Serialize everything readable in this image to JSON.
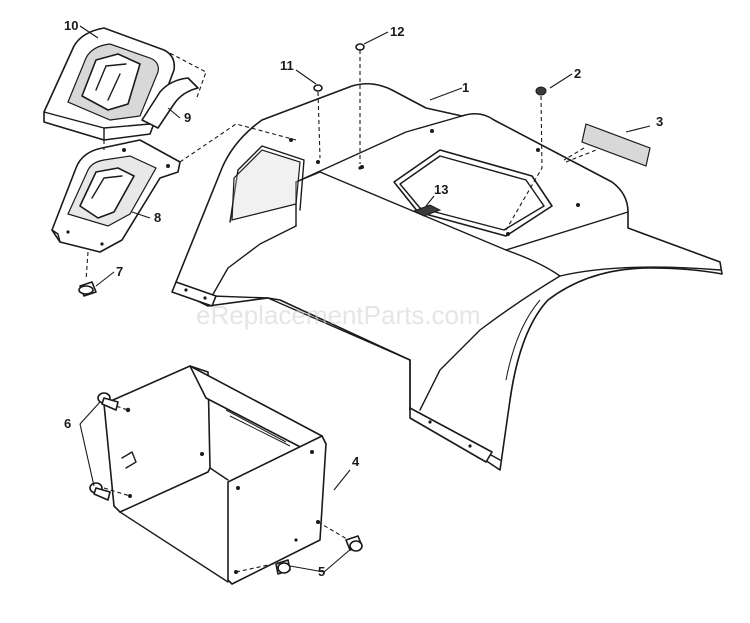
{
  "watermark": "eReplacementParts.com",
  "callouts": {
    "c1": "1",
    "c2": "2",
    "c3": "3",
    "c4": "4",
    "c5": "5",
    "c6": "6",
    "c7": "7",
    "c8": "8",
    "c9": "9",
    "c10": "10",
    "c11": "11",
    "c12": "12",
    "c13": "13"
  },
  "colors": {
    "line": "#1a1a1a",
    "watermark": "#cfcfcf",
    "background": "#ffffff"
  }
}
